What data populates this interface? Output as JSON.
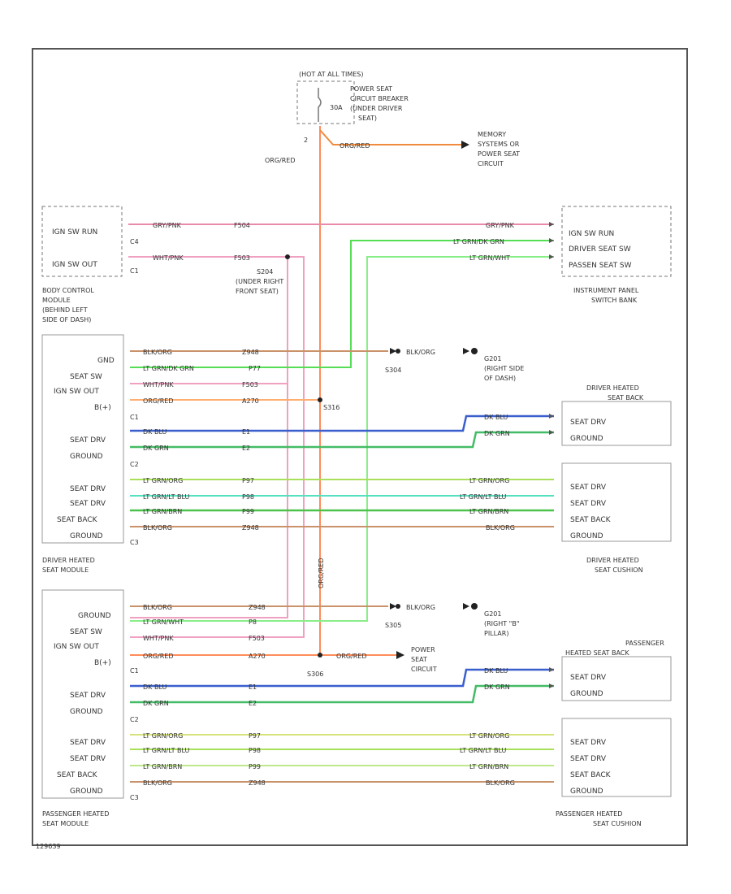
{
  "fuse": {
    "header": "(HOT AT ALL TIMES)",
    "amp": "30A",
    "desc": [
      "POWER SEAT",
      "CIRCUIT BREAKER",
      "(UNDER DRIVER",
      "SEAT)"
    ],
    "pin": "2"
  },
  "memory_dest": [
    "MEMORY",
    "SYSTEMS OR",
    "POWER SEAT",
    "CIRCUIT"
  ],
  "org_red": "ORG/RED",
  "bcm": {
    "rows": [
      "IGN SW RUN",
      "IGN SW OUT"
    ],
    "conns": [
      "C4",
      "C1"
    ],
    "caption": [
      "BODY CONTROL",
      "MODULE",
      "(BEHIND LEFT",
      "SIDE OF DASH)"
    ]
  },
  "ip": {
    "rows": [
      "IGN SW RUN",
      "DRIVER SEAT SW",
      "PASSEN SEAT SW"
    ],
    "caption": [
      "INSTRUMENT PANEL",
      "SWITCH BANK"
    ]
  },
  "s204": [
    "S204",
    "(UNDER RIGHT",
    "FRONT SEAT)"
  ],
  "splices": {
    "s316": "S316",
    "s304": "S304",
    "s305": "S305",
    "s306": "S306"
  },
  "grounds": {
    "g201": [
      "G201",
      "(RIGHT SIDE",
      "OF DASH)"
    ],
    "g202": [
      "G201",
      "(RIGHT \"B\"",
      "PILLAR)"
    ]
  },
  "power_seat_circuit": [
    "POWER",
    "SEAT",
    "CIRCUIT"
  ],
  "driver_module": {
    "pins": [
      "GND",
      "SEAT SW",
      "IGN SW OUT",
      "B(+)",
      "SEAT DRV",
      "GROUND",
      "SEAT DRV",
      "SEAT DRV",
      "SEAT BACK",
      "GROUND"
    ],
    "conns": [
      "C1",
      "C2",
      "C3"
    ],
    "caption": [
      "DRIVER HEATED",
      "SEAT MODULE"
    ]
  },
  "pass_module": {
    "pins": [
      "GROUND",
      "SEAT SW",
      "IGN SW OUT",
      "B(+)",
      "SEAT DRV",
      "GROUND",
      "SEAT DRV",
      "SEAT DRV",
      "SEAT BACK",
      "GROUND"
    ],
    "conns": [
      "C1",
      "C2",
      "C3"
    ],
    "caption": [
      "PASSENGER HEATED",
      "SEAT MODULE"
    ]
  },
  "driver_back": {
    "title": [
      "DRIVER HEATED",
      "SEAT BACK"
    ],
    "rows": [
      "SEAT DRV",
      "GROUND"
    ]
  },
  "driver_cushion": {
    "rows": [
      "SEAT DRV",
      "SEAT DRV",
      "SEAT BACK",
      "GROUND"
    ],
    "caption": [
      "DRIVER HEATED",
      "SEAT CUSHION"
    ]
  },
  "pass_back": {
    "title": [
      "PASSENGER",
      "HEATED SEAT BACK"
    ],
    "rows": [
      "SEAT DRV",
      "GROUND"
    ]
  },
  "pass_cushion": {
    "rows": [
      "SEAT DRV",
      "SEAT DRV",
      "SEAT BACK",
      "GROUND"
    ],
    "caption": [
      "PASSENGER HEATED",
      "SEAT CUSHION"
    ]
  },
  "wires": {
    "gry_pnk": "GRY/PNK",
    "f504": "F504",
    "wht_pnk": "WHT/PNK",
    "f503": "F503",
    "lt_grn_grn": "LT GRN/DK GRN",
    "lt_grn_wht": "LT GRN/WHT",
    "blk_org": "BLK/ORG",
    "z948": "Z948",
    "ltgrn_dkgrn_m": "LT GRN/DK GRN",
    "p77": "P77",
    "z270": "A270",
    "dk_blu": "DK BLU",
    "e1": "E1",
    "dk_grn": "DK GRN",
    "e2": "E2",
    "lt_grn_org": "LT GRN/ORG",
    "p97": "P97",
    "lt_grn_lt_blu": "LT GRN/LT BLU",
    "p98": "P98",
    "lt_grn_brn": "LT GRN/BRN",
    "p99": "P99",
    "lt_grn_wht_m": "LT GRN/WHT",
    "p8": "P8",
    "blk_org_right": "BLK/ORG"
  },
  "footer": "129639"
}
